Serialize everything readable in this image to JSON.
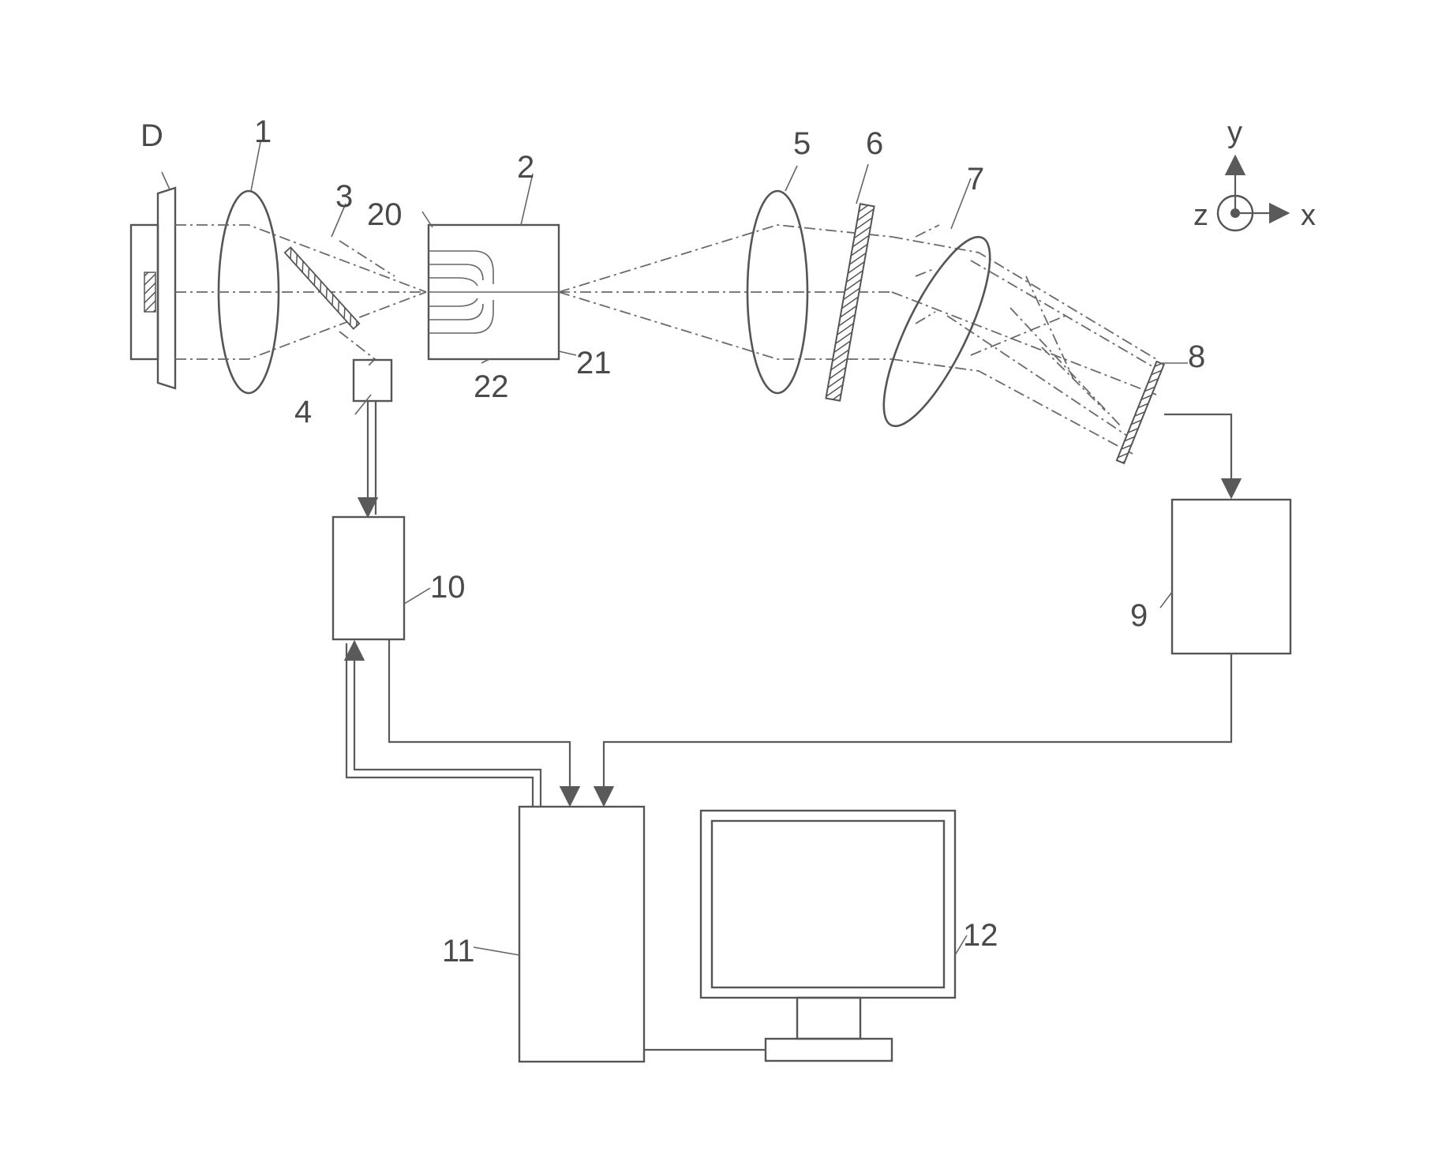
{
  "labels": {
    "detector": "D",
    "objective_lens": "1",
    "waveguide_chip": "2",
    "beam_splitter": "3",
    "light_source": "4",
    "collimating_lens": "5",
    "element_6": "6",
    "focusing_lens": "7",
    "sensor": "8",
    "signal_processor": "9",
    "driver": "10",
    "computer": "11",
    "monitor": "12",
    "chip_input": "20",
    "chip_output": "21",
    "chip_channels": "22"
  },
  "axes": {
    "y": "y",
    "z": "z",
    "x": "x"
  }
}
